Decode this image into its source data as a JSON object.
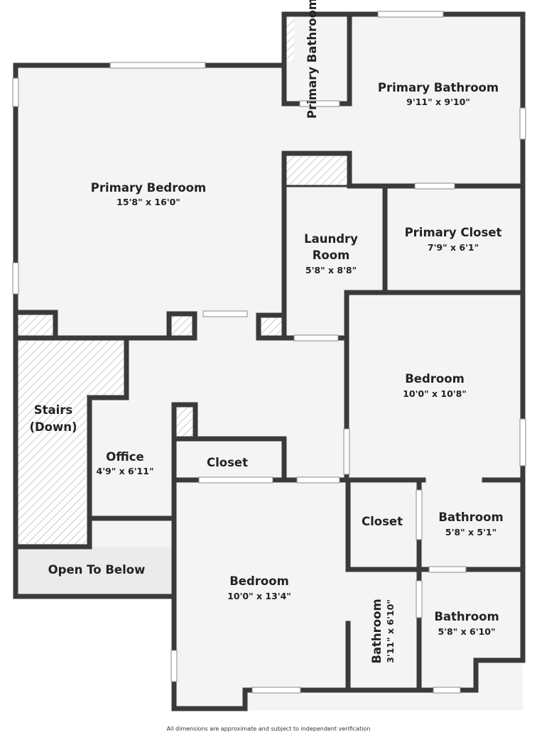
{
  "rooms": {
    "primary_bath_small": {
      "name": "Primary Bathroom"
    },
    "primary_bath": {
      "name": "Primary Bathroom",
      "dims": "9'11\" x 9'10\""
    },
    "primary_bedroom": {
      "name": "Primary Bedroom",
      "dims": "15'8\" x 16'0\""
    },
    "laundry": {
      "name_line1": "Laundry",
      "name_line2": "Room",
      "dims": "5'8\" x 8'8\""
    },
    "primary_closet": {
      "name": "Primary Closet",
      "dims": "7'9\" x 6'1\""
    },
    "bedroom_right": {
      "name": "Bedroom",
      "dims": "10'0\" x 10'8\""
    },
    "stairs": {
      "name_line1": "Stairs",
      "name_line2": "(Down)"
    },
    "office": {
      "name": "Office",
      "dims": "4'9\" x 6'11\""
    },
    "closet_mid": {
      "name": "Closet"
    },
    "closet_right": {
      "name": "Closet"
    },
    "bath_right_upper": {
      "name": "Bathroom",
      "dims": "5'8\" x 5'1\""
    },
    "open_to_below": {
      "name": "Open To Below"
    },
    "bedroom_lower": {
      "name": "Bedroom",
      "dims": "10'0\" x 13'4\""
    },
    "bath_vertical": {
      "name": "Bathroom",
      "dims": "3'11\" x 6'10\""
    },
    "bath_right_lower": {
      "name": "Bathroom",
      "dims": "5'8\" x 6'10\""
    }
  },
  "disclaimer": "All dimensions are approximate and subject to independent verification",
  "colors": {
    "wall": "#3a3a3a",
    "floor": "#f4f4f4",
    "open_area": "#ebebeb",
    "hatch": "#9a9a9a"
  }
}
